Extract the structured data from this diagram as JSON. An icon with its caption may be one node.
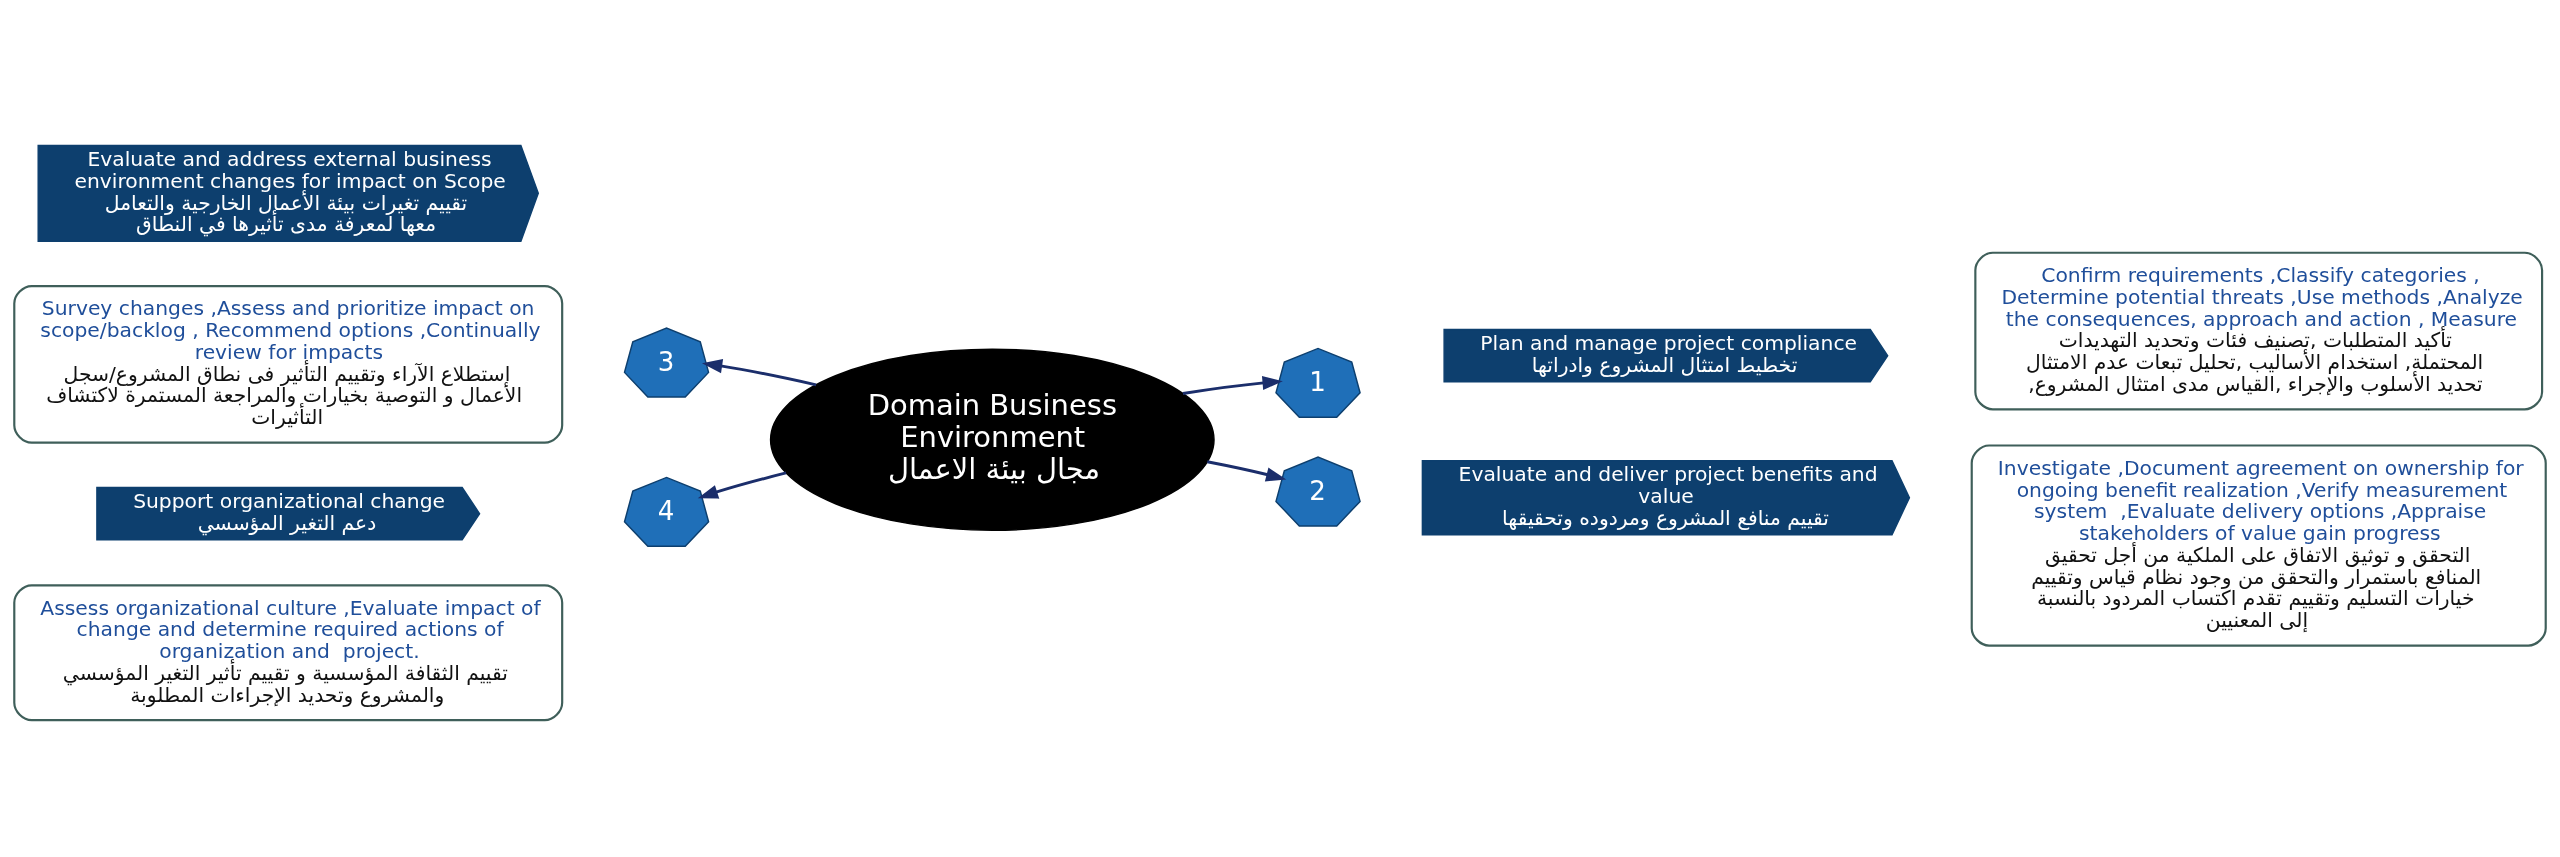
{
  "diagram": {
    "nodes": [
      {
        "text": [
          "Evaluate and address external business environment changes for impact on Scope",
          "تقييم تغيرات بيئة الأعمال الخارجية والتعامل معها لمعرفة مدى تأثيرها في النطاق"
        ]
      },
      {
        "text": [
          "3"
        ]
      },
      {
        "text": [
          "1"
        ]
      },
      {
        "text": [
          "Plan and manage project compliance",
          "تخطيط امتثال المشروع وادراتها"
        ]
      },
      {
        "text": [
          "Confirm requirements ,Classify categories , Determine potential threats ,Use methods ,Analyze the consequences, approach and action , Measure",
          "تأكيد المتطلبات ,تصنيف فئات وتحديد التهديدات المحتملة, استخدام الأساليب ,تحليل تبعات عدم الامتثال ,تحديد الأسلوب والإجراء ,القياس مدى امتثال المشروع"
        ]
      },
      {
        "text": [
          "Survey changes ,Assess and prioritize impact on scope/backlog , Recommend options ,Continually review for impacts",
          "استطلاع الآراء وتقييم التأثير فى نطاق المشروع/سجل الأعمال و التوصية بخيارات والمراجعة المستمرة لاكتشاف التأثيرات"
        ]
      },
      {
        "text": [
          "Domain Business Environment",
          "مجال بيئة الاعمال"
        ]
      },
      {
        "text": [
          "Evaluate and deliver project benefits and value",
          "تقييم منافع المشروع ومردوده وتحقيقها"
        ]
      },
      {
        "text": [
          "2"
        ]
      },
      {
        "text": [
          "Investigate ,Document agreement on ownership for ongoing benefit realization ,Verify measurement system  ,Evaluate delivery options ,Appraise stakeholders of value gain progress",
          "التحقق و توثيق الاتفاق على الملكية من أجل تحقيق المنافع باستمرار والتحقق من وجود نظام قياس وتقييم خيارات التسليم وتقييم تقدم اكتساب المردود بالنسبة إلى المعنيين"
        ]
      },
      {
        "text": [
          "Support organizational change",
          "دعم التغير المؤسسي"
        ]
      },
      {
        "text": [
          "4"
        ]
      },
      {
        "text": [
          "Assess organizational culture ,Evaluate impact of change and determine required actions of organization and  project.",
          "تقييم الثقافة المؤسسية و تقييم تأثير التغير المؤسسي والمشروع وتحديد الإجراءات المطلوبة"
        ]
      }
    ],
    "edges": [
      {
        "from": 6,
        "to": 2,
        "arrow": "to"
      },
      {
        "from": 6,
        "to": 8,
        "arrow": "to"
      },
      {
        "from": 6,
        "to": 1,
        "arrow": "to"
      },
      {
        "from": 6,
        "to": 11,
        "arrow": "to"
      }
    ]
  }
}
